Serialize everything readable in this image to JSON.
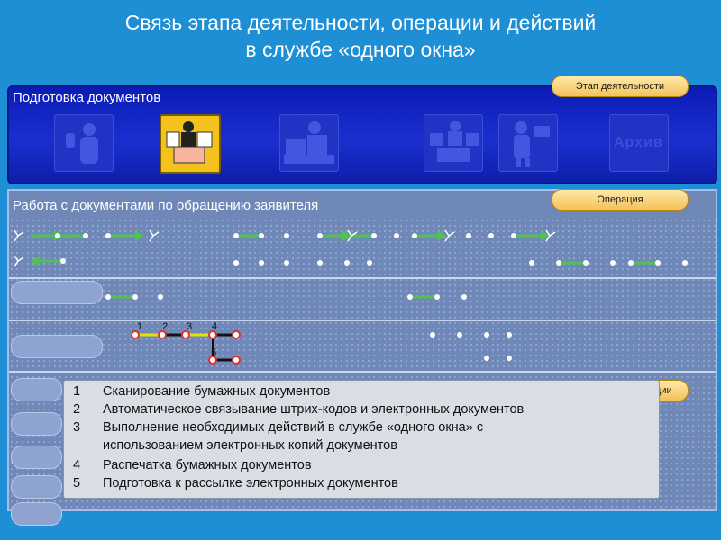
{
  "title": {
    "line1": "Связь этапа деятельности, операции и действий",
    "line2": "в службе «одного окна»"
  },
  "stage": {
    "label": "Подготовка документов",
    "badge": "Этап деятельности",
    "archive_label": "Архив"
  },
  "operation": {
    "label": "Работа с документами по обращению заявителя",
    "badge": "Операция"
  },
  "actions": {
    "badge": "Действия по операции",
    "step_numbers": [
      "1",
      "2",
      "3",
      "4",
      "5"
    ],
    "items": [
      {
        "num": "1",
        "text": "Сканирование бумажных документов"
      },
      {
        "num": "2",
        "text": "Автоматическое связывание штрих-кодов и электронных документов"
      },
      {
        "num": "3",
        "text": "Выполнение необходимых действий в службе «одного окна» с"
      },
      {
        "num": "",
        "text": "использованием электронных копий документов"
      },
      {
        "num": "4",
        "text": "Распечатка бумажных документов"
      },
      {
        "num": "5",
        "text": "Подготовка к рассылке электронных документов"
      }
    ]
  },
  "colors": {
    "background": "#1e8fd4",
    "stage_band": "#1a2fd0",
    "operation_band": "#6f88b8",
    "badge": "#f3c25a",
    "active_icon": "#f4c21f",
    "flow_green": "#4fc24f",
    "flow_yellow": "#e8e000",
    "flow_node": "#e03030"
  }
}
